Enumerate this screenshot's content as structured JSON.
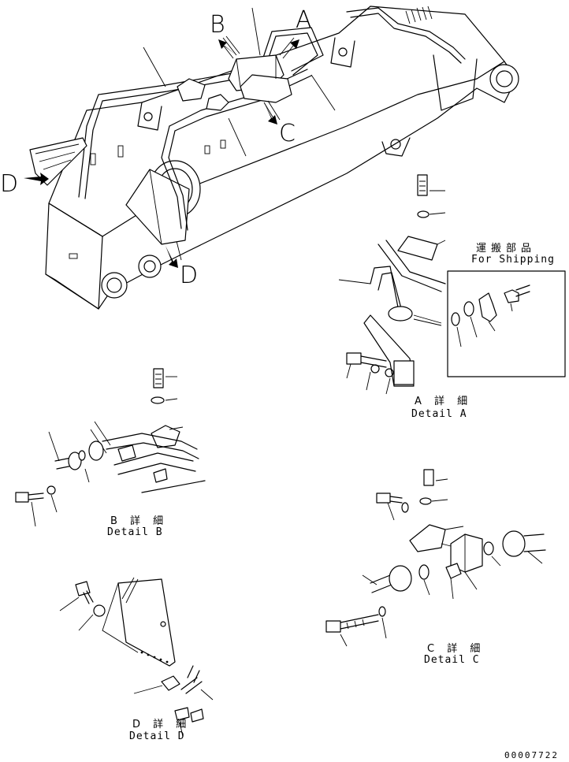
{
  "view_markers": {
    "A": "A",
    "B": "B",
    "C": "C",
    "D_left": "D",
    "D_bottom": "D"
  },
  "shipping_box": {
    "jp": "運搬部品",
    "en": "For Shipping"
  },
  "details": {
    "A": {
      "jp": "A 詳 細",
      "en": "Detail A"
    },
    "B": {
      "jp": "B 詳 細",
      "en": "Detail B"
    },
    "C": {
      "jp": "C 詳 細",
      "en": "Detail C"
    },
    "D": {
      "jp": "D 詳 細",
      "en": "Detail D"
    }
  },
  "drawing_code": "00007722"
}
